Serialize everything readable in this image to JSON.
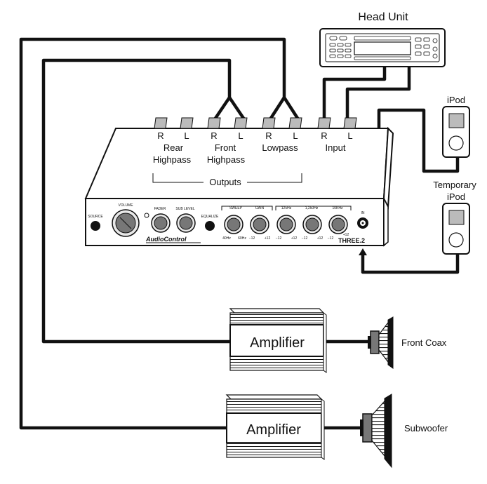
{
  "head_unit": {
    "label": "Head Unit"
  },
  "ipod": {
    "label": "iPod"
  },
  "temporary_ipod": {
    "line1": "Temporary",
    "line2": "iPod"
  },
  "processor": {
    "brand": "AudioControl",
    "model": "THREE.2",
    "connectors": [
      "R",
      "L",
      "R",
      "L",
      "R",
      "L",
      "R",
      "L"
    ],
    "group_labels": {
      "rear": [
        "Rear",
        "Highpass"
      ],
      "front": [
        "Front",
        "Highpass"
      ],
      "lowpass": "Lowpass",
      "input": "Input"
    },
    "outputs_label": "Outputs",
    "panel": {
      "source": "SOURCE",
      "volume": "VOLUME",
      "fader": "FADER",
      "sub_level": "SUB LEVEL",
      "equalize": "EQUALIZE",
      "sweep": "SWEEP",
      "gain": "GAIN",
      "band1": "125Hz",
      "band2": "1,250Hz",
      "band3": "10KHz",
      "in": "IN",
      "scale": [
        "40Hz",
        "60Hz",
        "−12",
        "+12",
        "−12",
        "+12",
        "−12",
        "+12",
        "−12",
        "+12"
      ]
    }
  },
  "amplifier_front": {
    "label": "Amplifier"
  },
  "amplifier_sub": {
    "label": "Amplifier"
  },
  "speaker_front": {
    "label": "Front Coax"
  },
  "speaker_sub": {
    "label": "Subwoofer"
  },
  "colors": {
    "ink": "#111111",
    "background": "#ffffff",
    "screen_gray": "#bbbbbb"
  }
}
